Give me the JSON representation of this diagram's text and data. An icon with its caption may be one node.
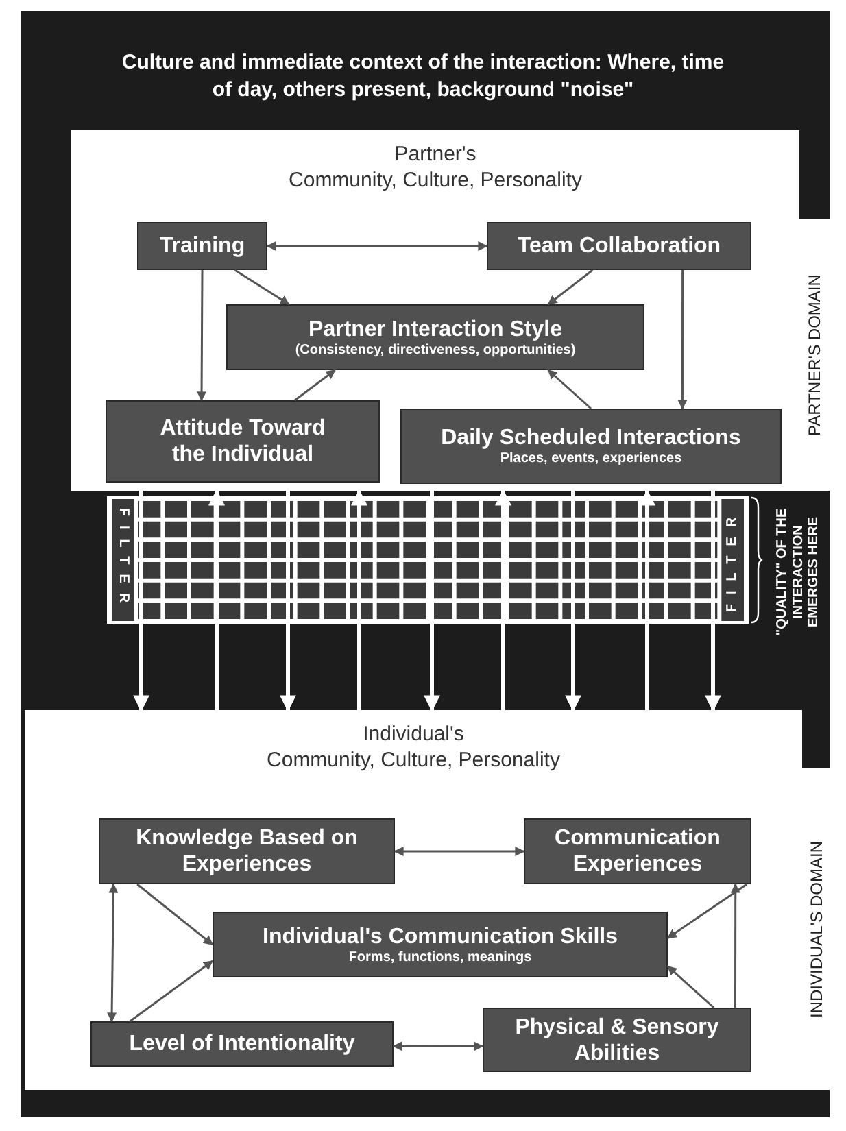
{
  "diagram": {
    "title": "Culture and immediate context of the interaction: Where, time of day, others present, background \"noise\"",
    "nodes": [
      {
        "text": [
          "Partner's",
          "Community, Culture, Personality"
        ]
      },
      {
        "text": [
          "Training"
        ],
        "in": 0
      },
      {
        "text": [
          "Team Collaboration"
        ],
        "in": 0
      },
      {
        "text": [
          "Partner Interaction Style",
          "(Consistency, directiveness, opportunities)"
        ],
        "in": 0
      },
      {
        "text": [
          "Attitude Toward the Individual"
        ],
        "in": 0
      },
      {
        "text": [
          "Daily Scheduled Interactions",
          "Places, events, experiences"
        ],
        "in": 0
      },
      {
        "text": [
          "FILTER",
          "FILTER"
        ]
      },
      {
        "text": [
          "Individual's",
          "Community, Culture, Personality"
        ]
      },
      {
        "text": [
          "Knowledge Based on Experiences"
        ],
        "in": 7
      },
      {
        "text": [
          "Communication Experiences"
        ],
        "in": 7
      },
      {
        "text": [
          "Individual's Communication Skills",
          "Forms, functions, meanings"
        ],
        "in": 7
      },
      {
        "text": [
          "Level of Intentionality"
        ],
        "in": 7
      },
      {
        "text": [
          "Physical & Sensory Abilities"
        ],
        "in": 7
      }
    ],
    "edges": [
      {
        "from": 1,
        "to": 2,
        "arrow": "both",
        "color": "#555555"
      },
      {
        "from": 1,
        "to": 3,
        "arrow": "to",
        "color": "#555555"
      },
      {
        "from": 2,
        "to": 3,
        "arrow": "to",
        "color": "#555555"
      },
      {
        "from": 1,
        "to": 4,
        "arrow": "to",
        "color": "#555555"
      },
      {
        "from": 2,
        "to": 5,
        "arrow": "to",
        "color": "#555555"
      },
      {
        "from": 4,
        "to": 3,
        "arrow": "to",
        "color": "#555555"
      },
      {
        "from": 5,
        "to": 3,
        "arrow": "to",
        "color": "#555555"
      },
      {
        "from": 0,
        "to": 6,
        "arrow": "none"
      },
      {
        "from": 6,
        "to": 7,
        "arrow": "to"
      },
      {
        "from": 0,
        "to": 6,
        "arrow": "none"
      },
      {
        "from": 6,
        "to": 7,
        "arrow": "to"
      },
      {
        "from": 0,
        "to": 6,
        "arrow": "none"
      },
      {
        "from": 6,
        "to": 7,
        "arrow": "to"
      },
      {
        "from": 0,
        "to": 6,
        "arrow": "none"
      },
      {
        "from": 6,
        "to": 7,
        "arrow": "to"
      },
      {
        "from": 0,
        "to": 6,
        "arrow": "none"
      },
      {
        "from": 6,
        "to": 7,
        "arrow": "to"
      },
      {
        "from": 7,
        "to": 6,
        "arrow": "none"
      },
      {
        "from": 6,
        "to": 0,
        "arrow": "to"
      },
      {
        "from": 7,
        "to": 6,
        "arrow": "none"
      },
      {
        "from": 6,
        "to": 0,
        "arrow": "to"
      },
      {
        "from": 7,
        "to": 6,
        "arrow": "none"
      },
      {
        "from": 6,
        "to": 0,
        "arrow": "to"
      },
      {
        "from": 7,
        "to": 6,
        "arrow": "none"
      },
      {
        "from": 6,
        "to": 0,
        "arrow": "to"
      },
      {
        "from": 8,
        "to": 9,
        "arrow": "both",
        "color": "#555555"
      },
      {
        "from": 8,
        "to": 10,
        "arrow": "to",
        "color": "#555555"
      },
      {
        "from": 8,
        "to": 11,
        "arrow": "both",
        "color": "#555555"
      },
      {
        "from": 11,
        "to": 10,
        "arrow": "to",
        "color": "#555555"
      },
      {
        "from": 9,
        "to": 10,
        "arrow": "to",
        "color": "#555555"
      },
      {
        "from": 12,
        "to": 9,
        "arrow": "to",
        "color": "#555555"
      },
      {
        "from": 12,
        "to": 10,
        "arrow": "to",
        "color": "#555555"
      },
      {
        "from": 11,
        "to": 12,
        "arrow": "both",
        "color": "#555555"
      }
    ],
    "labels": [
      "PARTNER'S DOMAIN",
      "\"QUALITY\" OF THE INTERACTION EMERGES HERE",
      "INDIVIDUAL'S DOMAIN"
    ]
  }
}
